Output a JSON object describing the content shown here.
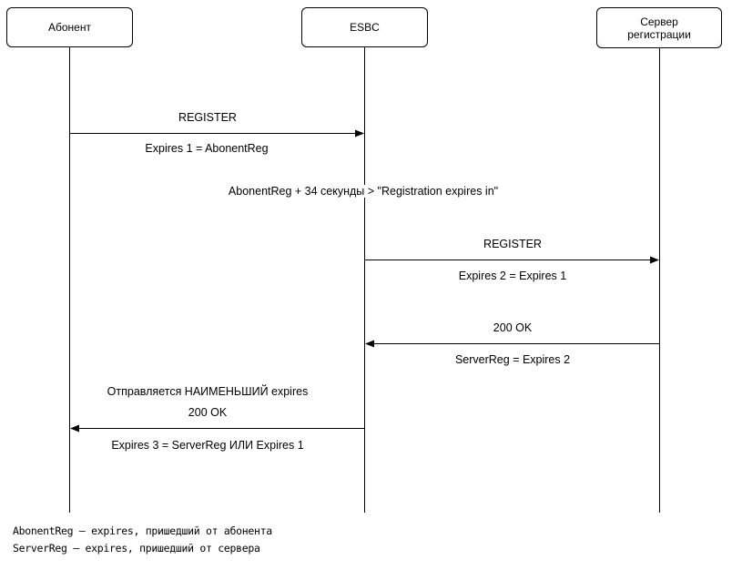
{
  "actors": {
    "abonent": "Абонент",
    "esbc": "ESBC",
    "server_line1": "Сервер",
    "server_line2": "регистрации"
  },
  "messages": {
    "register_1": "REGISTER",
    "expires_1": "Expires 1 = AbonentReg",
    "note_esbc": "AbonentReg + 34 секунды > \"Registration expires in\"",
    "register_2": "REGISTER",
    "expires_2": "Expires 2 = Expires 1",
    "ok_server": "200 OK",
    "server_reg": "ServerReg = Expires 2",
    "min_expires_note": "Отправляется НАИМЕНЬШИЙ expires",
    "ok_abonent": "200 OK",
    "expires_3": "Expires 3 = ServerReg ИЛИ Expires 1"
  },
  "legend": {
    "line1": "AbonentReg – expires, пришедший от абонента",
    "line2": "ServerReg – expires, пришедший от сервера"
  }
}
